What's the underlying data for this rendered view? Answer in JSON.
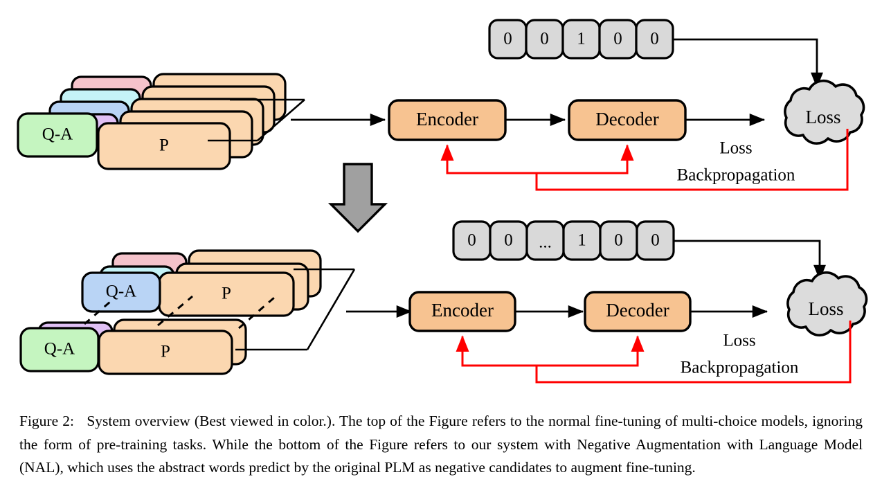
{
  "figure": {
    "id": "system-overview-figure",
    "caption_label": "Figure 2:",
    "caption_text": "System overview (Best viewed in color.).  The top of the Figure refers to the normal fine-tuning of multi-choice models, ignoring the form of pre-training tasks. While the bottom of the Figure refers to our system with Negative Augmentation with Language Model (NAL), which uses the abstract words predict by the original PLM as negative candidates to augment fine-tuning."
  },
  "colors": {
    "qa_green": "#c5f5c0",
    "qa_purple": "#e0c0f5",
    "qa_blue": "#b9d4f5",
    "qa_cyan": "#c5f3f7",
    "qa_pink": "#f5c3cb",
    "passage_peach": "#fbd7b0",
    "box_orange": "#f7c391",
    "bit_grey": "#d9d9d9",
    "cloud_grey": "#dcdcdc",
    "arrow_grey": "#a0a0a0",
    "stroke_black": "#000000",
    "backprop_red": "#ff0000"
  },
  "top_section": {
    "name": "normal-fine-tuning",
    "qa_stack": [
      {
        "label": "",
        "color_key": "qa_pink"
      },
      {
        "label": "",
        "color_key": "qa_cyan"
      },
      {
        "label": "",
        "color_key": "qa_blue"
      },
      {
        "label": "",
        "color_key": "qa_purple"
      },
      {
        "label": "Q-A",
        "color_key": "qa_green"
      }
    ],
    "passage_stack": [
      {
        "label": ""
      },
      {
        "label": ""
      },
      {
        "label": ""
      },
      {
        "label": ""
      },
      {
        "label": "P"
      }
    ],
    "label_sequence": [
      "0",
      "0",
      "1",
      "0",
      "0"
    ],
    "encoder_label": "Encoder",
    "decoder_label": "Decoder",
    "loss_label": "Loss",
    "backprop_line1": "Loss",
    "backprop_line2": "Backpropagation"
  },
  "bottom_section": {
    "name": "nal-augmented-fine-tuning",
    "upper_group": {
      "qa_stack": [
        {
          "label": "",
          "color_key": "qa_pink"
        },
        {
          "label": "",
          "color_key": "qa_cyan"
        },
        {
          "label": "Q-A",
          "color_key": "qa_blue"
        }
      ],
      "passage_stack": [
        {
          "label": ""
        },
        {
          "label": ""
        },
        {
          "label": "P"
        }
      ]
    },
    "lower_group": {
      "qa_stack": [
        {
          "label": "",
          "color_key": "qa_purple"
        },
        {
          "label": "Q-A",
          "color_key": "qa_green"
        }
      ],
      "passage_stack": [
        {
          "label": ""
        },
        {
          "label": "P"
        }
      ]
    },
    "label_sequence": [
      "0",
      "0",
      "...",
      "1",
      "0",
      "0"
    ],
    "encoder_label": "Encoder",
    "decoder_label": "Decoder",
    "loss_label": "Loss",
    "backprop_line1": "Loss",
    "backprop_line2": "Backpropagation"
  },
  "transition_arrow": {
    "name": "downward-transition-arrow",
    "direction": "down"
  }
}
